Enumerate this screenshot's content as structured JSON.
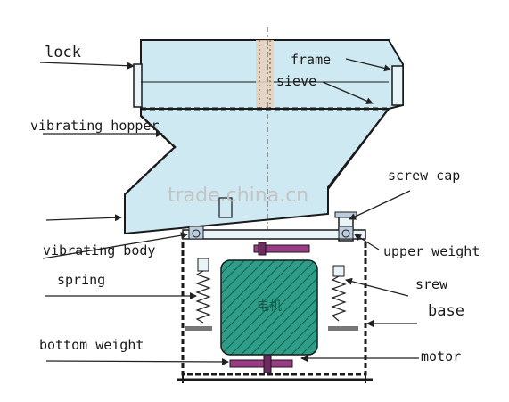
{
  "labels": {
    "lock": "lock",
    "frame": "frame",
    "sieve": "sieve",
    "vibrating_hopper": "vibrating hopper",
    "screw_cap": "screw cap",
    "vibrating_body": "vibrating body",
    "upper_weight": "upper weight",
    "spring": "spring",
    "srew": "srew",
    "base": "base",
    "bottom_weight": "bottom weight",
    "motor": "motor",
    "motor_chinese": "电机"
  },
  "watermark": "trade.china.cn",
  "colors": {
    "machine_fill": "#cfe9f2",
    "motor_fill": "#2e9e88",
    "weight_fill": "#9b3b86",
    "line": "#1a1a1a"
  }
}
